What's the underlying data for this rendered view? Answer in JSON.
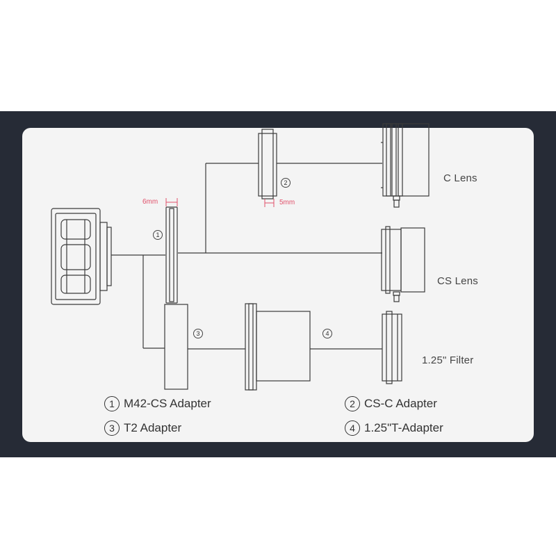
{
  "callouts": {
    "n1": "1",
    "n2": "2",
    "n3": "3",
    "n4": "4"
  },
  "dimensions": {
    "adapter1_thickness": "6mm",
    "adapter2_thickness": "5mm"
  },
  "targets": {
    "c_lens": "C Lens",
    "cs_lens": "CS Lens",
    "filter": "1.25\" Filter"
  },
  "legend": [
    {
      "num": "1",
      "label": "M42-CS Adapter"
    },
    {
      "num": "2",
      "label": "CS-C Adapter"
    },
    {
      "num": "3",
      "label": "T2 Adapter"
    },
    {
      "num": "4",
      "label": "1.25\"T-Adapter"
    }
  ],
  "colors": {
    "background_band": "#262b36",
    "card": "#f4f4f4",
    "line": "#3a3a3a",
    "dimension": "#e0506a"
  }
}
